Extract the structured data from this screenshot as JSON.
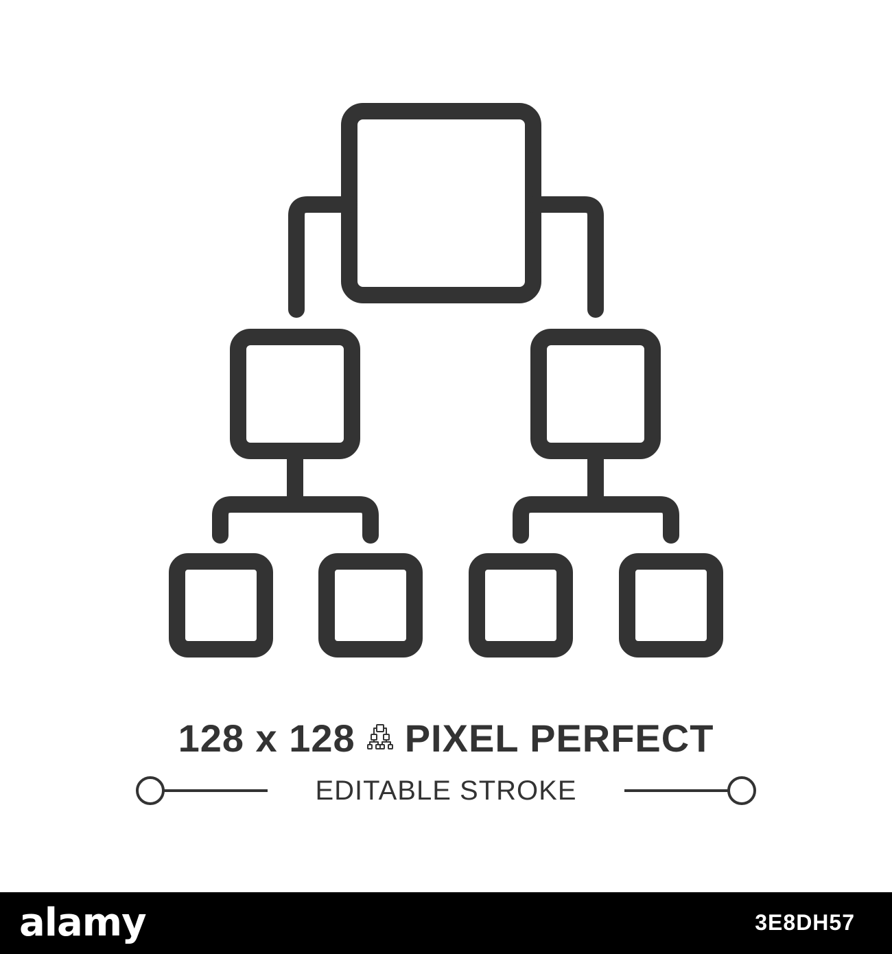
{
  "caption": {
    "size_text": "128 x 128",
    "headline": "PIXEL PERFECT",
    "subline": "EDITABLE STROKE"
  },
  "footer": {
    "logo": "alamy",
    "image_id": "3E8DH57"
  },
  "icon": {
    "name": "hierarchy-structure-icon",
    "stroke_color": "#333333"
  },
  "colors": {
    "background": "#ffffff",
    "icon": "#333333",
    "footer_bg": "#000000",
    "footer_text": "#ffffff"
  }
}
